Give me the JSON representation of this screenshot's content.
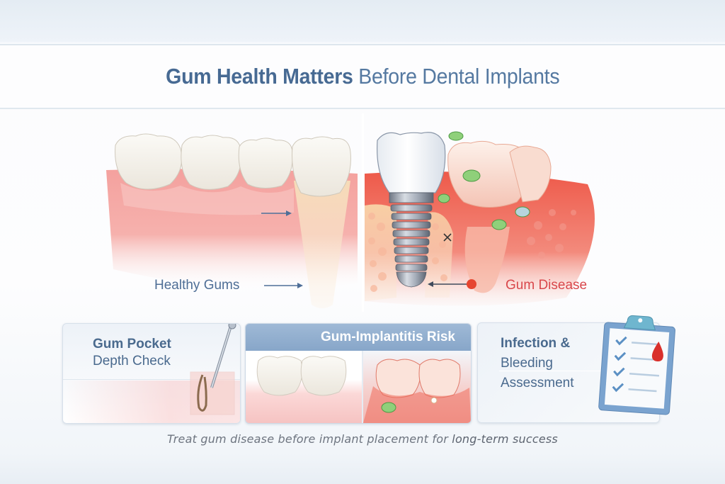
{
  "title": {
    "bold_part_1": "Gum Health",
    "light_part_1": " ",
    "bold_part_2": "Matters",
    "light_part_2": " Before Dental Implants"
  },
  "illustration": {
    "left_label": "Healthy Gums",
    "right_label": "Gum Disease",
    "left_arrow_icon": "arrow-right",
    "right_arrow_icon": "arrow-left",
    "divider": true
  },
  "cards": [
    {
      "title_line_1": "Gum Pocket",
      "title_line_2": "Depth Check",
      "icon": "periodontal-probe-icon"
    },
    {
      "header": "Gum-Implantitis Risk",
      "left_panel": "healthy-teeth",
      "right_panel": "inflamed-teeth"
    },
    {
      "title_line_1": "Infection &",
      "title_line_2": "Bleeding",
      "title_line_3": "Assessment",
      "icon": "clipboard-checklist-icon",
      "checklist_items": 4,
      "accent_icon": "blood-drop-icon"
    }
  ],
  "footer": {
    "text": "Treat gum disease before implant placement for ",
    "emphasis": "long-term success"
  },
  "colors": {
    "title_blue": "#4a6d96",
    "healthy_label": "#4e6e96",
    "disease_label": "#d9474b",
    "card_header": "#8eabcd",
    "gum_pink": "#f4a3a0",
    "inflamed_red": "#ec5b4f",
    "bone_yellow": "#f6d6a8",
    "bacteria_green": "#7cc36b",
    "clipboard_blue": "#7aa3cf",
    "clip_teal": "#6fb6cf",
    "blood_red": "#d9302b"
  }
}
